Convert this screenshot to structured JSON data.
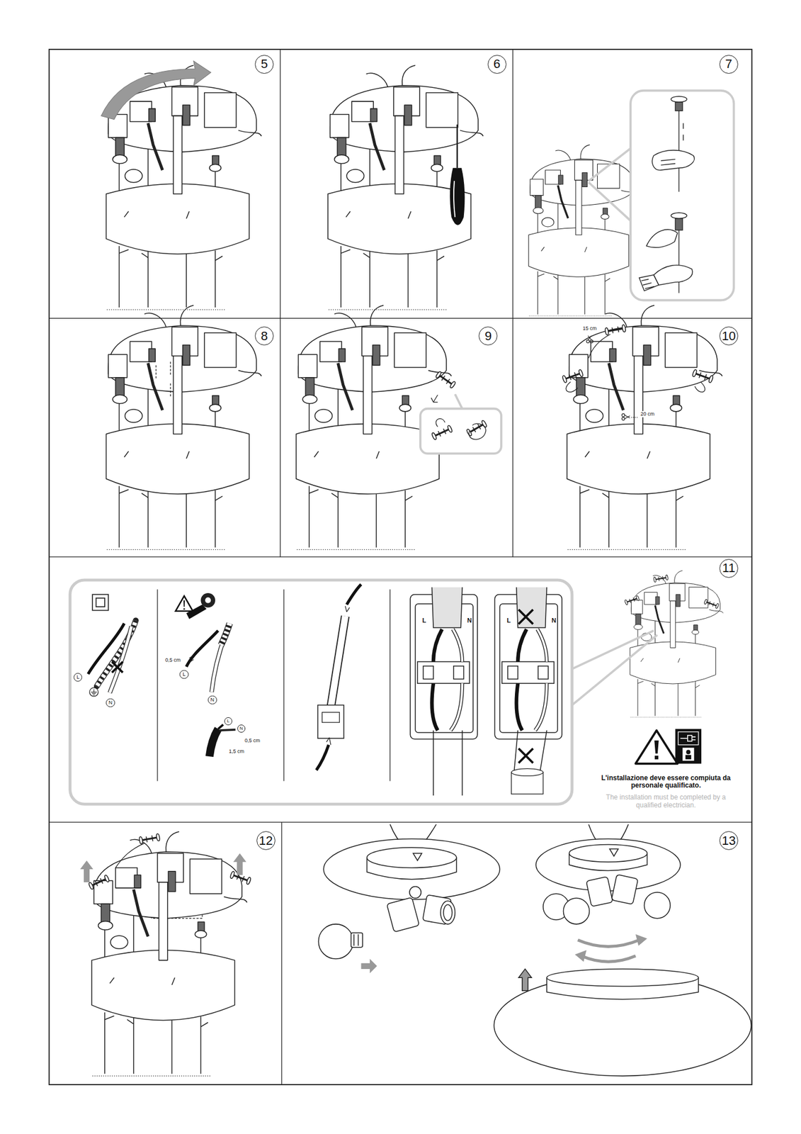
{
  "diagram": {
    "nodes": [
      {
        "text": [
          "5"
        ]
      },
      {
        "text": [
          "6"
        ]
      },
      {
        "text": [
          "7"
        ]
      },
      {
        "text": [
          "8"
        ]
      },
      {
        "text": [
          "9"
        ]
      },
      {
        "text": [
          "10"
        ]
      },
      {
        "text": [
          "11"
        ]
      },
      {
        "text": [
          "L"
        ]
      },
      {
        "text": [
          "N"
        ]
      },
      {
        "text": [
          "L"
        ]
      },
      {
        "text": [
          "N"
        ]
      },
      {
        "text": [
          "L"
        ]
      },
      {
        "text": [
          "N"
        ]
      },
      {
        "text": [
          "12"
        ]
      },
      {
        "text": [
          "13"
        ]
      }
    ],
    "labels": [
      "15 cm",
      "20 cm",
      "0,5 cm",
      "0,5 cm",
      "1,5 cm",
      "L",
      "N",
      "L",
      "N",
      "L'installazione deve essere compiuta da personale qualificato.",
      "The installation must be completed by a qualified electrician."
    ]
  }
}
